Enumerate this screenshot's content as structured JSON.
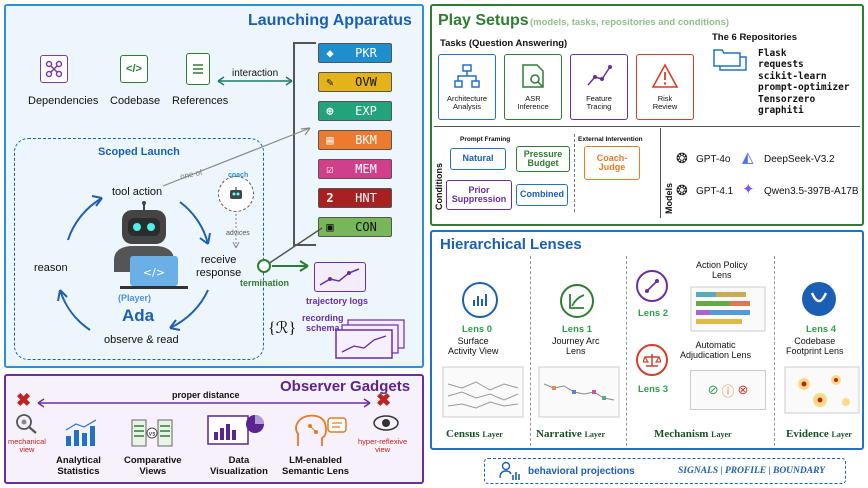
{
  "launch": {
    "title": "Launching Apparatus",
    "deps": "Dependencies",
    "codebase": "Codebase",
    "refs": "References",
    "interaction": "interaction",
    "scoped": "Scoped Launch",
    "tool_action": "tool action",
    "one_of": "one of",
    "coach": "coach",
    "advices": "advices",
    "reason": "reason",
    "receive_response": "receive\nresponse",
    "player_tag": "(Player)",
    "player_name": "Ada",
    "observe": "observe & read",
    "termination": "termination",
    "traj_logs": "trajectory logs",
    "schema_sym": "{ℛ}",
    "recording_schema": "recording\nschema",
    "tools": [
      {
        "icon": "◆",
        "label": "PKR",
        "bg": "#1f8ecf",
        "fg": "#fff"
      },
      {
        "icon": "✎",
        "label": "OVW",
        "bg": "#e3b317",
        "fg": "#111"
      },
      {
        "icon": "⊕",
        "label": "EXP",
        "bg": "#22a37b",
        "fg": "#fff"
      },
      {
        "icon": "▤",
        "label": "BKM",
        "bg": "#ee7a2e",
        "fg": "#fff"
      },
      {
        "icon": "☑",
        "label": "MEM",
        "bg": "#d0408a",
        "fg": "#fff"
      },
      {
        "icon": "2",
        "label": "HNT",
        "bg": "#a8201f",
        "fg": "#fff"
      },
      {
        "icon": "▣",
        "label": "CON",
        "bg": "#78b65a",
        "fg": "#111"
      }
    ]
  },
  "observer": {
    "title": "Observer Gadgets",
    "proper": "proper distance",
    "mech": "mechanical\nview",
    "hyper": "hyper-reflexive\nview",
    "items": [
      "Analytical\nStatistics",
      "Comparative\nViews",
      "Data\nVisualization",
      "LM-enabled\nSemantic Lens"
    ]
  },
  "play": {
    "title": "Play Setups",
    "subtitle": "(models, tasks, repositories and conditions)",
    "tasks_title": "Tasks (Question Answering)",
    "tasks": [
      "Architecture\nAnalysis",
      "ASR\nInference",
      "Feature\nTracing",
      "Risk\nReview"
    ],
    "repos_title": "The 6 Repositories",
    "repos": [
      "Flask",
      "requests",
      "scikit-learn",
      "prompt-optimizer",
      "Tensorzero",
      "graphiti"
    ],
    "conditions": "Conditions",
    "prompt_framing": "Prompt Framing",
    "external": "External Intervention",
    "conds": [
      "Natural",
      "Pressure\nBudget",
      "Coach-\nJudge",
      "Prior\nSuppression",
      "Combined"
    ],
    "models_label": "Models",
    "models": [
      "GPT-4o",
      "DeepSeek-V3.2",
      "GPT-4.1",
      "Qwen3.5-397B-A17B"
    ]
  },
  "lenses": {
    "title": "Hierarchical Lenses",
    "l0": "Lens 0",
    "l0d": "Surface\nActivity View",
    "l1": "Lens 1",
    "l1d": "Journey Arc\nLens",
    "l2": "Lens 2",
    "l2t": "Action Policy\nLens",
    "l3": "Lens 3",
    "l3t": "Automatic\nAdjudication Lens",
    "l4": "Lens 4",
    "l4d": "Codebase\nFootprint Lens",
    "layers": [
      {
        "name": "Census",
        "suf": "Layer"
      },
      {
        "name": "Narrative",
        "suf": "Layer"
      },
      {
        "name": "Mechanism",
        "suf": "Layer"
      },
      {
        "name": "Evidence",
        "suf": "Layer"
      }
    ]
  },
  "footer": {
    "label": "behavioral projections",
    "tags": "SIGNALS | PROFILE | BOUNDARY"
  },
  "colors": {
    "blue": "#2271c9",
    "green": "#2e7d32",
    "purple": "#6a2ea0",
    "orange": "#e87a22"
  }
}
